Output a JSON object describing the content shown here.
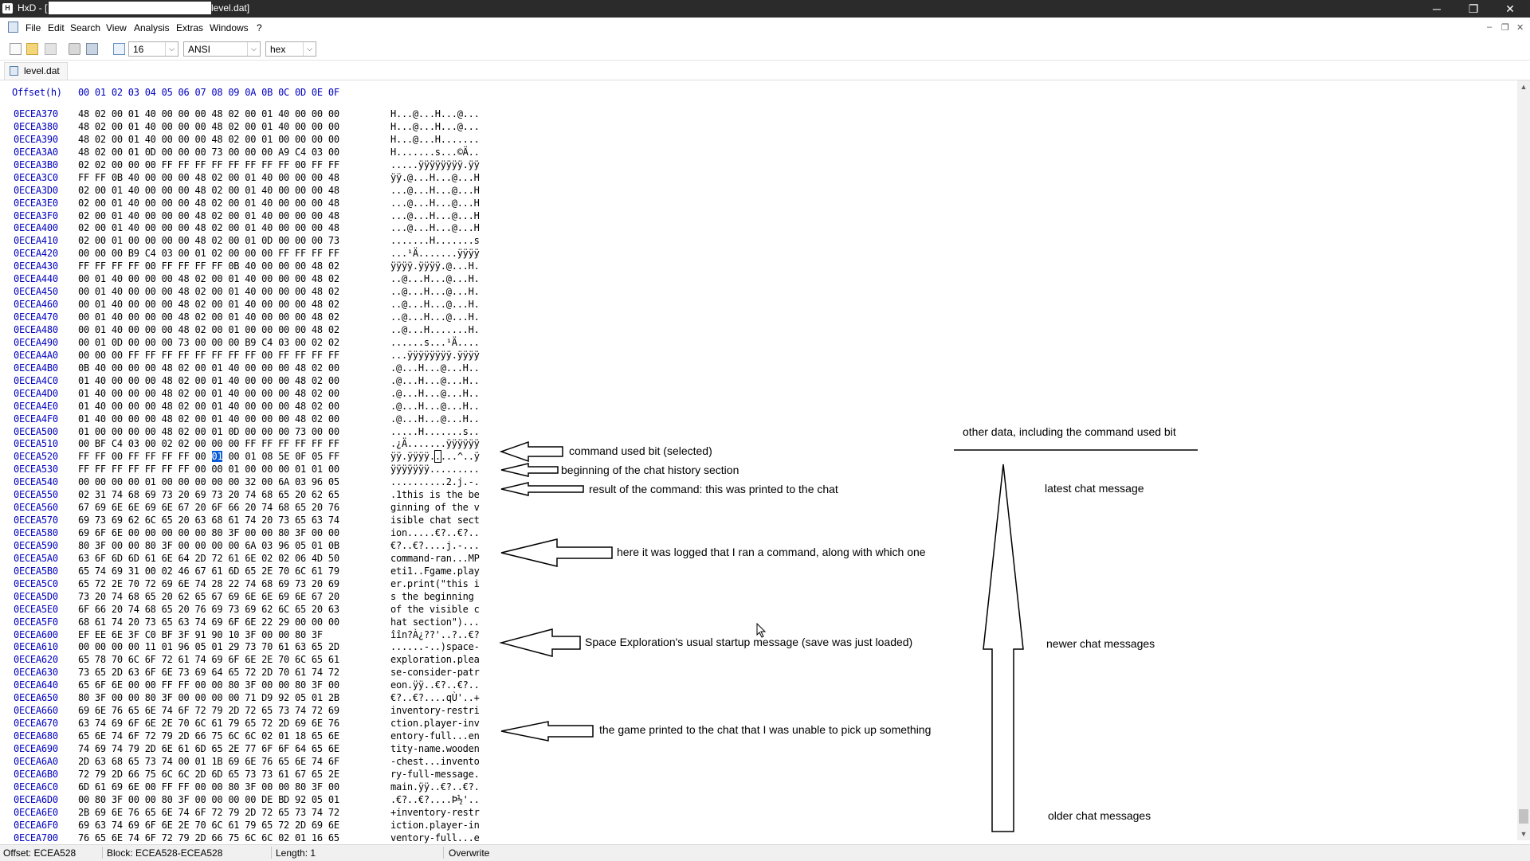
{
  "window": {
    "title_prefix": "HxD - [",
    "title_suffix": "level.dat]",
    "app_icon_label": "H",
    "controls": {
      "minimize": "─",
      "maximize": "❐",
      "close": "✕"
    }
  },
  "menu": {
    "items": [
      "File",
      "Edit",
      "Search",
      "View",
      "Analysis",
      "Extras",
      "Windows",
      "?"
    ],
    "mdi_controls": {
      "minimize": "–",
      "restore": "❐",
      "close": "✕"
    }
  },
  "toolbar": {
    "bytes_per_row": "16",
    "charset": "ANSI",
    "offset_base": "hex",
    "dropdown_glyph": "⌵"
  },
  "tab": {
    "label": "level.dat"
  },
  "hex_header": {
    "offset_label": "Offset(h)",
    "columns": "00 01 02 03 04 05 06 07 08 09 0A 0B 0C 0D 0E 0F"
  },
  "rows": [
    {
      "offset": "0ECEA370",
      "hex": "48 02 00 01 40 00 00 00 48 02 00 01 40 00 00 00",
      "ascii": "H...@...H...@..."
    },
    {
      "offset": "0ECEA380",
      "hex": "48 02 00 01 40 00 00 00 48 02 00 01 40 00 00 00",
      "ascii": "H...@...H...@..."
    },
    {
      "offset": "0ECEA390",
      "hex": "48 02 00 01 40 00 00 00 48 02 00 01 00 00 00 00",
      "ascii": "H...@...H......."
    },
    {
      "offset": "0ECEA3A0",
      "hex": "48 02 00 01 0D 00 00 00 73 00 00 00 A9 C4 03 00",
      "ascii": "H.......s...©Ä.."
    },
    {
      "offset": "0ECEA3B0",
      "hex": "02 02 00 00 00 FF FF FF FF FF FF FF FF 00 FF FF",
      "ascii": ".....ÿÿÿÿÿÿÿÿ.ÿÿ"
    },
    {
      "offset": "0ECEA3C0",
      "hex": "FF FF 0B 40 00 00 00 48 02 00 01 40 00 00 00 48",
      "ascii": "ÿÿ.@...H...@...H"
    },
    {
      "offset": "0ECEA3D0",
      "hex": "02 00 01 40 00 00 00 48 02 00 01 40 00 00 00 48",
      "ascii": "...@...H...@...H"
    },
    {
      "offset": "0ECEA3E0",
      "hex": "02 00 01 40 00 00 00 48 02 00 01 40 00 00 00 48",
      "ascii": "...@...H...@...H"
    },
    {
      "offset": "0ECEA3F0",
      "hex": "02 00 01 40 00 00 00 48 02 00 01 40 00 00 00 48",
      "ascii": "...@...H...@...H"
    },
    {
      "offset": "0ECEA400",
      "hex": "02 00 01 40 00 00 00 48 02 00 01 40 00 00 00 48",
      "ascii": "...@...H...@...H"
    },
    {
      "offset": "0ECEA410",
      "hex": "02 00 01 00 00 00 00 48 02 00 01 0D 00 00 00 73",
      "ascii": ".......H.......s"
    },
    {
      "offset": "0ECEA420",
      "hex": "00 00 00 B9 C4 03 00 01 02 00 00 00 FF FF FF FF",
      "ascii": "...¹Ä.......ÿÿÿÿ"
    },
    {
      "offset": "0ECEA430",
      "hex": "FF FF FF FF 00 FF FF FF FF 0B 40 00 00 00 48 02",
      "ascii": "ÿÿÿÿ.ÿÿÿÿ.@...H."
    },
    {
      "offset": "0ECEA440",
      "hex": "00 01 40 00 00 00 48 02 00 01 40 00 00 00 48 02",
      "ascii": "..@...H...@...H."
    },
    {
      "offset": "0ECEA450",
      "hex": "00 01 40 00 00 00 48 02 00 01 40 00 00 00 48 02",
      "ascii": "..@...H...@...H."
    },
    {
      "offset": "0ECEA460",
      "hex": "00 01 40 00 00 00 48 02 00 01 40 00 00 00 48 02",
      "ascii": "..@...H...@...H."
    },
    {
      "offset": "0ECEA470",
      "hex": "00 01 40 00 00 00 48 02 00 01 40 00 00 00 48 02",
      "ascii": "..@...H...@...H."
    },
    {
      "offset": "0ECEA480",
      "hex": "00 01 40 00 00 00 48 02 00 01 00 00 00 00 48 02",
      "ascii": "..@...H.......H."
    },
    {
      "offset": "0ECEA490",
      "hex": "00 01 0D 00 00 00 73 00 00 00 B9 C4 03 00 02 02",
      "ascii": "......s...¹Ä...."
    },
    {
      "offset": "0ECEA4A0",
      "hex": "00 00 00 FF FF FF FF FF FF FF FF 00 FF FF FF FF",
      "ascii": "...ÿÿÿÿÿÿÿÿ.ÿÿÿÿ"
    },
    {
      "offset": "0ECEA4B0",
      "hex": "0B 40 00 00 00 48 02 00 01 40 00 00 00 48 02 00",
      "ascii": ".@...H...@...H.."
    },
    {
      "offset": "0ECEA4C0",
      "hex": "01 40 00 00 00 48 02 00 01 40 00 00 00 48 02 00",
      "ascii": ".@...H...@...H.."
    },
    {
      "offset": "0ECEA4D0",
      "hex": "01 40 00 00 00 48 02 00 01 40 00 00 00 48 02 00",
      "ascii": ".@...H...@...H.."
    },
    {
      "offset": "0ECEA4E0",
      "hex": "01 40 00 00 00 48 02 00 01 40 00 00 00 48 02 00",
      "ascii": ".@...H...@...H.."
    },
    {
      "offset": "0ECEA4F0",
      "hex": "01 40 00 00 00 48 02 00 01 40 00 00 00 48 02 00",
      "ascii": ".@...H...@...H.."
    },
    {
      "offset": "0ECEA500",
      "hex": "01 00 00 00 00 48 02 00 01 0D 00 00 00 73 00 00",
      "ascii": ".....H.......s.."
    },
    {
      "offset": "0ECEA510",
      "hex": "00 BF C4 03 00 02 02 00 00 00 FF FF FF FF FF FF",
      "ascii": ".¿Ä.......ÿÿÿÿÿÿ"
    },
    {
      "offset": "0ECEA520",
      "hex": "FF FF 00 FF FF FF FF 00 01 00 01 08 5E 0F 05 FF",
      "ascii": "ÿÿ.ÿÿÿÿ.....^..ÿ",
      "selected_byte": 8
    },
    {
      "offset": "0ECEA530",
      "hex": "FF FF FF FF FF FF FF 00 00 01 00 00 00 01 01 00",
      "ascii": "ÿÿÿÿÿÿÿ........."
    },
    {
      "offset": "0ECEA540",
      "hex": "00 00 00 00 01 00 00 00 00 00 32 00 6A 03 96 05",
      "ascii": "..........2.j.-."
    },
    {
      "offset": "0ECEA550",
      "hex": "02 31 74 68 69 73 20 69 73 20 74 68 65 20 62 65",
      "ascii": ".1this is the be"
    },
    {
      "offset": "0ECEA560",
      "hex": "67 69 6E 6E 69 6E 67 20 6F 66 20 74 68 65 20 76",
      "ascii": "ginning of the v"
    },
    {
      "offset": "0ECEA570",
      "hex": "69 73 69 62 6C 65 20 63 68 61 74 20 73 65 63 74",
      "ascii": "isible chat sect"
    },
    {
      "offset": "0ECEA580",
      "hex": "69 6F 6E 00 00 00 00 00 80 3F 00 00 80 3F 00 00",
      "ascii": "ion.....€?..€?.."
    },
    {
      "offset": "0ECEA590",
      "hex": "80 3F 00 00 80 3F 00 00 00 00 6A 03 96 05 01 0B",
      "ascii": "€?..€?....j.-..."
    },
    {
      "offset": "0ECEA5A0",
      "hex": "63 6F 6D 6D 61 6E 64 2D 72 61 6E 02 02 06 4D 50",
      "ascii": "command-ran...MP"
    },
    {
      "offset": "0ECEA5B0",
      "hex": "65 74 69 31 00 02 46 67 61 6D 65 2E 70 6C 61 79",
      "ascii": "eti1..Fgame.play"
    },
    {
      "offset": "0ECEA5C0",
      "hex": "65 72 2E 70 72 69 6E 74 28 22 74 68 69 73 20 69",
      "ascii": "er.print(\"this i"
    },
    {
      "offset": "0ECEA5D0",
      "hex": "73 20 74 68 65 20 62 65 67 69 6E 6E 69 6E 67 20",
      "ascii": "s the beginning "
    },
    {
      "offset": "0ECEA5E0",
      "hex": "6F 66 20 74 68 65 20 76 69 73 69 62 6C 65 20 63",
      "ascii": "of the visible c"
    },
    {
      "offset": "0ECEA5F0",
      "hex": "68 61 74 20 73 65 63 74 69 6F 6E 22 29 00 00 00",
      "ascii": "hat section\")..."
    },
    {
      "offset": "0ECEA600",
      "hex": "EF EE 6E 3F C0 BF 3F 91 90 10 3F 00 00 80 3F",
      "ascii": "îîn?À¿??'..?..€?"
    },
    {
      "offset": "0ECEA610",
      "hex": "00 00 00 00 11 01 96 05 01 29 73 70 61 63 65 2D",
      "ascii": "......-..)space-"
    },
    {
      "offset": "0ECEA620",
      "hex": "65 78 70 6C 6F 72 61 74 69 6F 6E 2E 70 6C 65 61",
      "ascii": "exploration.plea"
    },
    {
      "offset": "0ECEA630",
      "hex": "73 65 2D 63 6F 6E 73 69 64 65 72 2D 70 61 74 72",
      "ascii": "se-consider-patr"
    },
    {
      "offset": "0ECEA640",
      "hex": "65 6F 6E 00 00 FF FF 00 00 80 3F 00 00 80 3F 00",
      "ascii": "eon.ÿÿ..€?..€?.."
    },
    {
      "offset": "0ECEA650",
      "hex": "80 3F 00 00 80 3F 00 00 00 00 71 D9 92 05 01 2B",
      "ascii": "€?..€?....qÙ'..+"
    },
    {
      "offset": "0ECEA660",
      "hex": "69 6E 76 65 6E 74 6F 72 79 2D 72 65 73 74 72 69",
      "ascii": "inventory-restri"
    },
    {
      "offset": "0ECEA670",
      "hex": "63 74 69 6F 6E 2E 70 6C 61 79 65 72 2D 69 6E 76",
      "ascii": "ction.player-inv"
    },
    {
      "offset": "0ECEA680",
      "hex": "65 6E 74 6F 72 79 2D 66 75 6C 6C 02 01 18 65 6E",
      "ascii": "entory-full...en"
    },
    {
      "offset": "0ECEA690",
      "hex": "74 69 74 79 2D 6E 61 6D 65 2E 77 6F 6F 64 65 6E",
      "ascii": "tity-name.wooden"
    },
    {
      "offset": "0ECEA6A0",
      "hex": "2D 63 68 65 73 74 00 01 1B 69 6E 76 65 6E 74 6F",
      "ascii": "-chest...invento"
    },
    {
      "offset": "0ECEA6B0",
      "hex": "72 79 2D 66 75 6C 6C 2D 6D 65 73 73 61 67 65 2E",
      "ascii": "ry-full-message."
    },
    {
      "offset": "0ECEA6C0",
      "hex": "6D 61 69 6E 00 FF FF 00 00 80 3F 00 00 80 3F 00",
      "ascii": "main.ÿÿ..€?..€?."
    },
    {
      "offset": "0ECEA6D0",
      "hex": "00 80 3F 00 00 80 3F 00 00 00 00 DE BD 92 05 01",
      "ascii": ".€?..€?....Þ½'.."
    },
    {
      "offset": "0ECEA6E0",
      "hex": "2B 69 6E 76 65 6E 74 6F 72 79 2D 72 65 73 74 72",
      "ascii": "+inventory-restr"
    },
    {
      "offset": "0ECEA6F0",
      "hex": "69 63 74 69 6F 6E 2E 70 6C 61 79 65 72 2D 69 6E",
      "ascii": "iction.player-in"
    },
    {
      "offset": "0ECEA700",
      "hex": "76 65 6E 74 6F 72 79 2D 66 75 6C 6C 02 01 16 65",
      "ascii": "ventory-full...e"
    }
  ],
  "annotations": {
    "command_used_bit": "command used bit (selected)",
    "chat_history_start": "beginning of the chat history section",
    "command_result": "result of the command: this was printed to the chat",
    "command_logged": "here it was logged that I ran a command, along with which one",
    "se_startup": "Space Exploration's usual startup message (save was just loaded)",
    "unable_pickup": "the game printed to the chat that I was unable to pick up something",
    "other_data": "other data, including the command used bit",
    "latest_chat": "latest chat message",
    "newer_chat": "newer chat messages",
    "older_chat": "older chat messages"
  },
  "status": {
    "offset": "Offset: ECEA528",
    "block": "Block: ECEA528-ECEA528",
    "length": "Length: 1",
    "mode": "Overwrite"
  },
  "scrollbar": {
    "up_glyph": "▲",
    "down_glyph": "▼"
  }
}
